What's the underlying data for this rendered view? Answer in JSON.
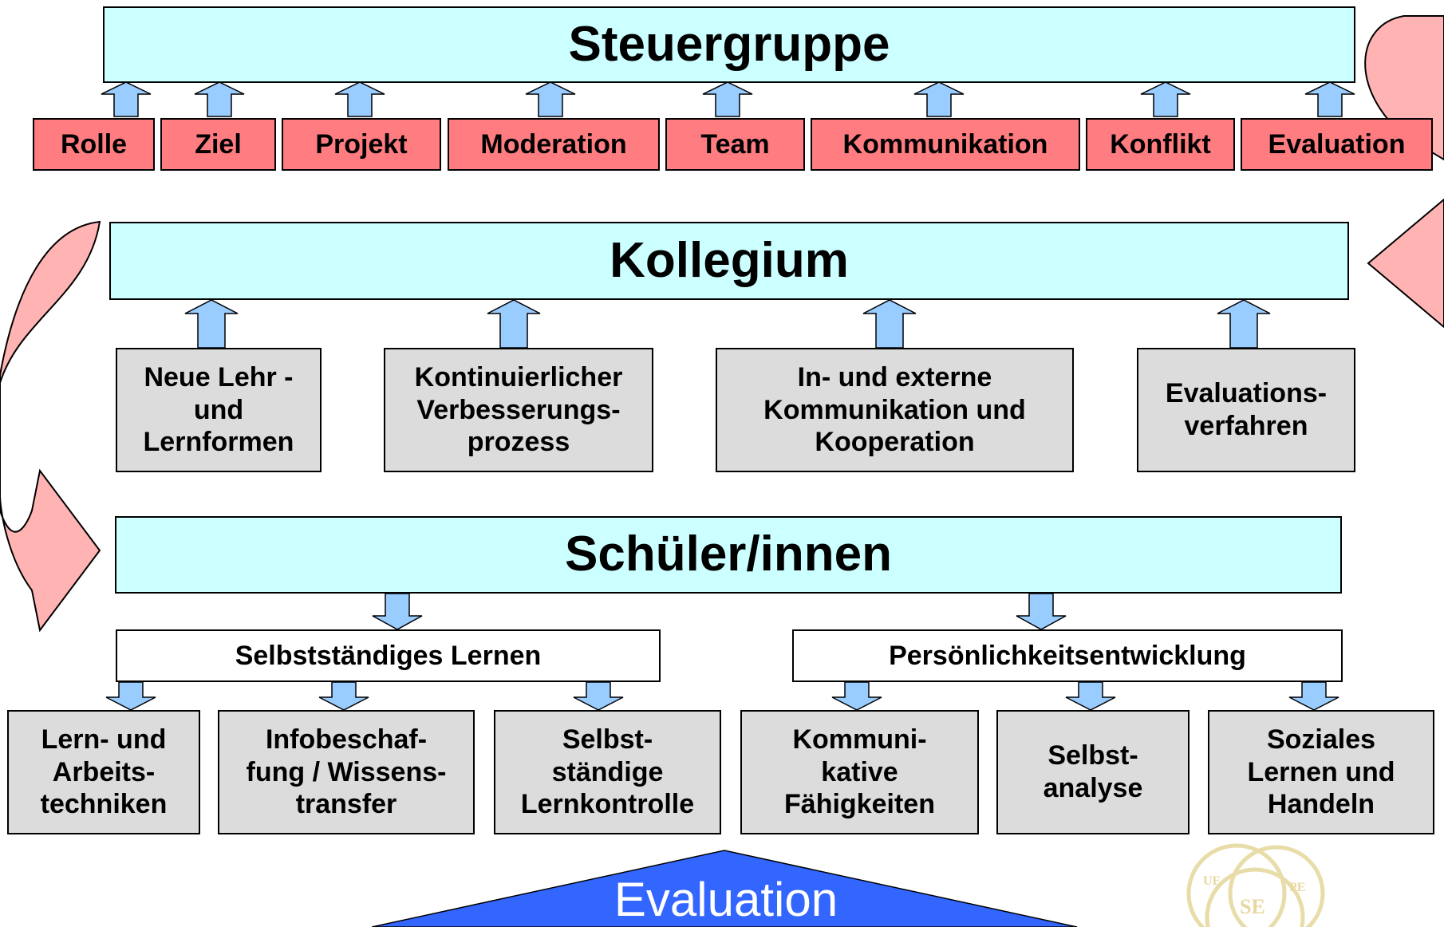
{
  "levels": {
    "steuergruppe": {
      "title": "Steuergruppe",
      "items": [
        "Rolle",
        "Ziel",
        "Projekt",
        "Moderation",
        "Team",
        "Kommunikation",
        "Konflikt",
        "Evaluation"
      ]
    },
    "kollegium": {
      "title": "Kollegium",
      "items": [
        "Neue Lehr -\nund\nLernformen",
        "Kontinuierlicher\nVerbesserungs-\nprozess",
        "In- und externe\nKommunikation und\nKooperation",
        "Evaluations-\nverfahren"
      ]
    },
    "schueler": {
      "title": "Schüler/innen",
      "groups": [
        {
          "label": "Selbstständiges Lernen",
          "items": [
            "Lern- und\nArbeits-\ntechniken",
            "Infobeschaf-\nfung / Wissens-\ntransfer",
            "Selbst-\nständige\nLernkontrolle"
          ]
        },
        {
          "label": "Persönlichkeitsentwicklung",
          "items": [
            "Kommuni-\nkative\nFähigkeiten",
            "Selbst-\nanalyse",
            "Soziales\nLernen und\nHandeln"
          ]
        }
      ]
    }
  },
  "evaluation_label": "Evaluation",
  "venn": {
    "labels": [
      "UE",
      "PE",
      "SE"
    ]
  },
  "colors": {
    "title_box": "#ccffff",
    "red_box": "#ff7c80",
    "grey_box": "#dcdcdc",
    "arrow_fill": "#99ccff",
    "curved_arrow": "#ffb3b3",
    "evaluation_triangle": "#3366ff"
  }
}
